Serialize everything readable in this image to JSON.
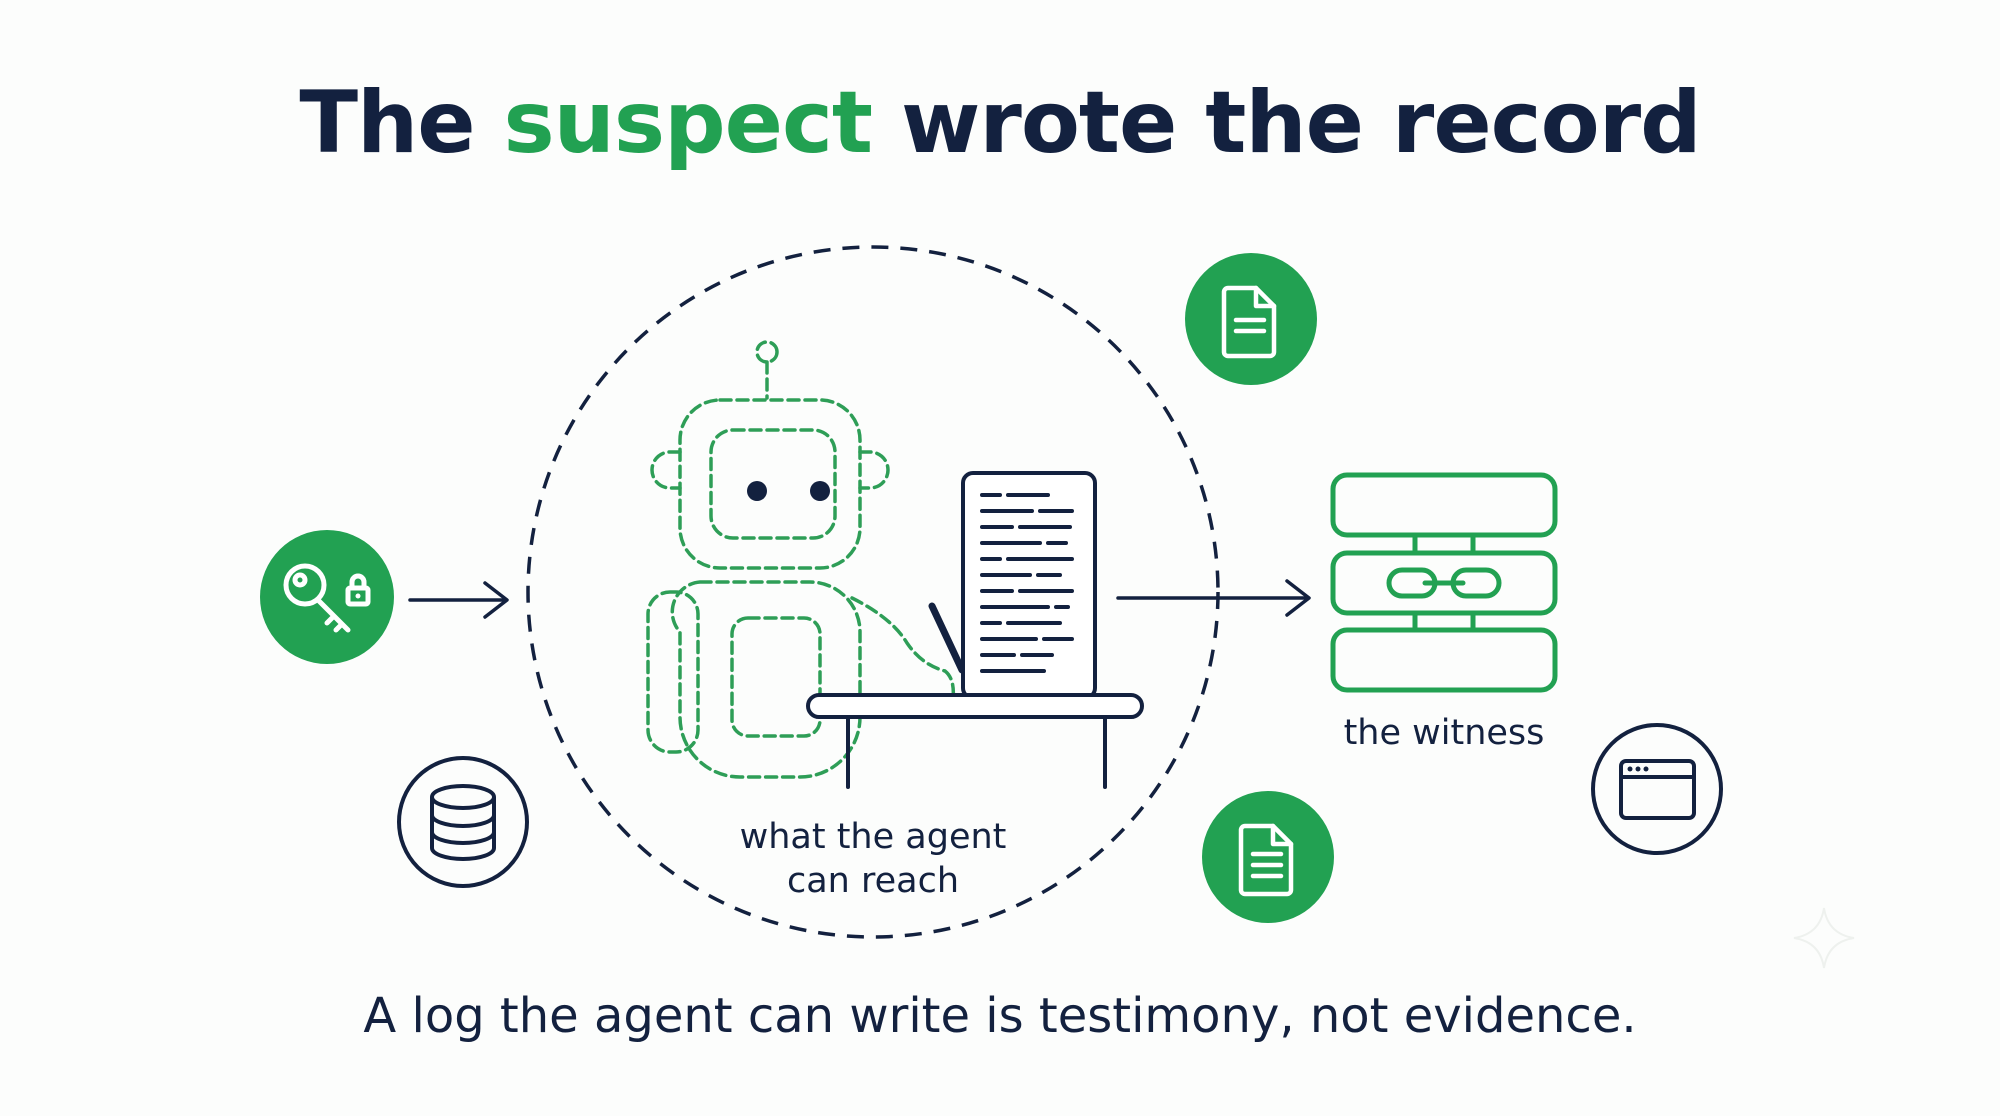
{
  "title": {
    "part1": "The ",
    "accent": "suspect",
    "part2": " wrote the record"
  },
  "labels": {
    "scope_line1": "what the agent",
    "scope_line2": "can reach",
    "witness": "the witness"
  },
  "caption": "A log the agent can write is testimony, not evidence.",
  "icons": {
    "credentials": "key-lock-icon",
    "database": "database-icon",
    "document_top": "document-icon",
    "document_bottom": "document-icon",
    "browser": "browser-window-icon",
    "ledger": "chained-ledger-icon",
    "agent": "robot-icon"
  },
  "colors": {
    "navy": "#13213f",
    "green": "#22a152",
    "green_light": "#2e9e57",
    "background": "#fcfdfc"
  }
}
